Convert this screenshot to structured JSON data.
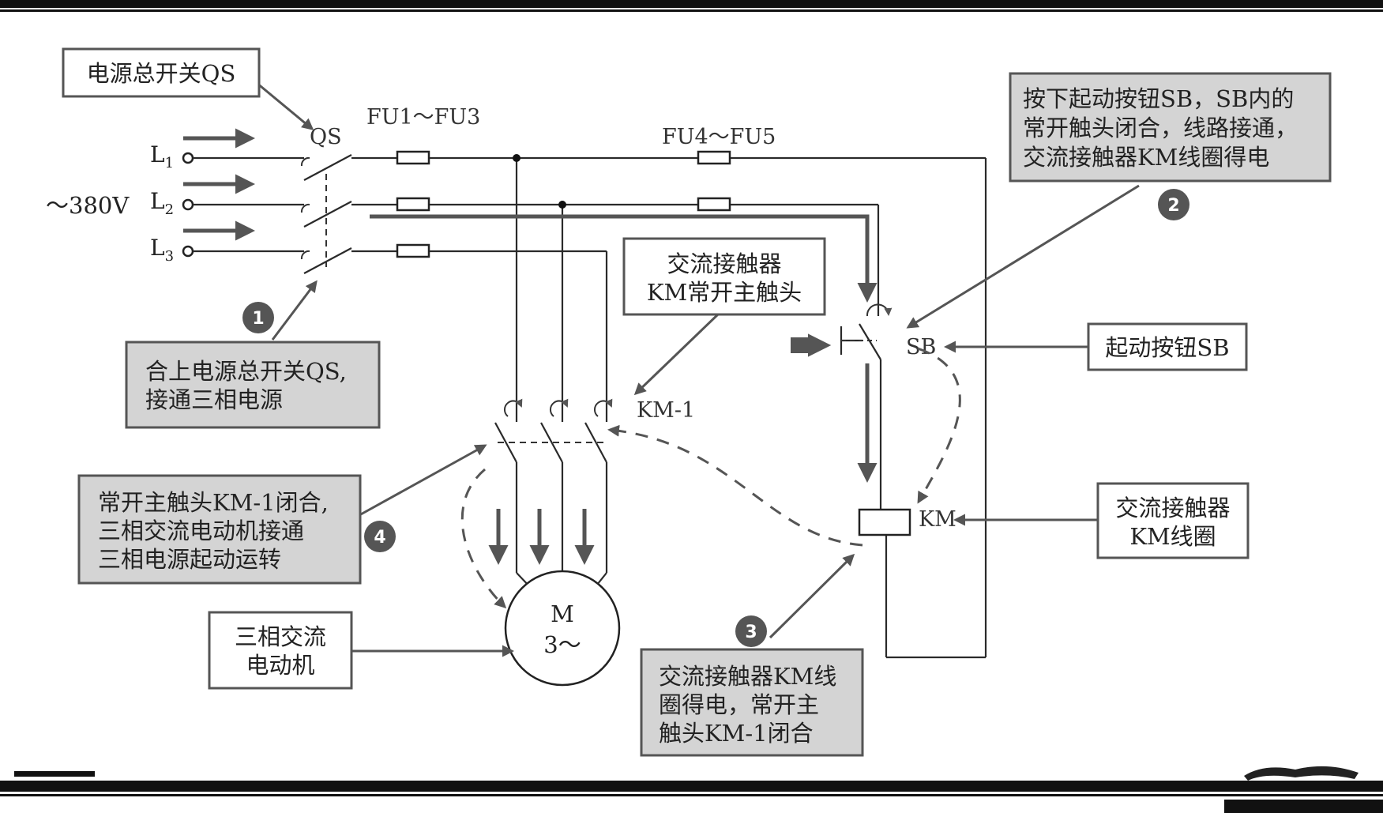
{
  "voltage_label": "～380V",
  "phase_labels": {
    "l1_main": "L",
    "l1_sub": "1",
    "l2_main": "L",
    "l2_sub": "2",
    "l3_main": "L",
    "l3_sub": "3"
  },
  "components": {
    "qs": "QS",
    "fu1_3": "FU1～FU3",
    "fu4_5": "FU4～FU5",
    "km1": "KM-1",
    "sb": "SB",
    "km": "KM",
    "motor_line1": "M",
    "motor_line2": "3～"
  },
  "callouts": {
    "main_switch": "电源总开关QS",
    "km_main_contact": [
      "交流接触器",
      "KM常开主触头"
    ],
    "start_button": "起动按钮SB",
    "km_coil": [
      "交流接触器",
      "KM线圈"
    ],
    "motor": [
      "三相交流",
      "电动机"
    ]
  },
  "steps": [
    {
      "number": "1",
      "lines": [
        "合上电源总开关QS,",
        "接通三相电源"
      ]
    },
    {
      "number": "2",
      "lines": [
        "按下起动按钮SB，SB内的",
        "常开触头闭合，线路接通，",
        "交流接触器KM线圈得电"
      ]
    },
    {
      "number": "3",
      "lines": [
        "交流接触器KM线",
        "圈得电，常开主",
        "触头KM-1闭合"
      ]
    },
    {
      "number": "4",
      "lines": [
        "常开主触头KM-1闭合,",
        "三相交流电动机接通",
        "三相电源起动运转"
      ]
    }
  ]
}
